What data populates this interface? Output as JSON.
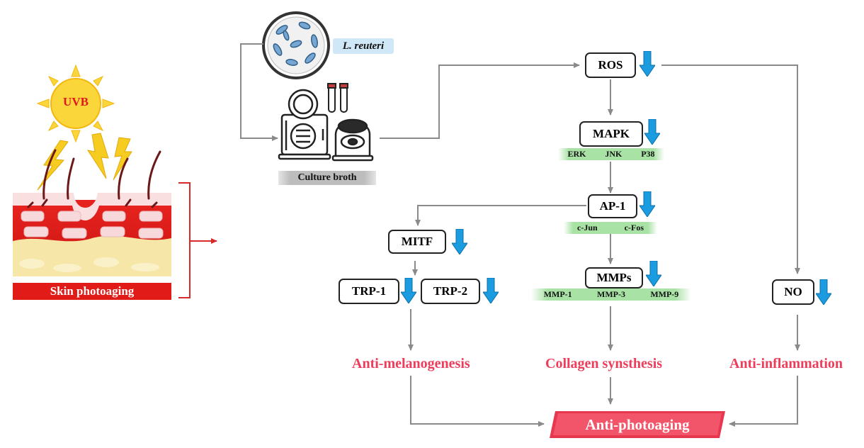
{
  "left": {
    "uvb_label": "UVB",
    "skin_label": "Skin photoaging"
  },
  "source": {
    "bacteria_label": "L. reuteri",
    "broth_label": "Culture broth"
  },
  "nodes": {
    "ros": "ROS",
    "mapk": "MAPK",
    "ap1": "AP-1",
    "mitf": "MITF",
    "trp1": "TRP-1",
    "trp2": "TRP-2",
    "mmps": "MMPs",
    "no": "NO"
  },
  "bands": {
    "mapk": [
      "ERK",
      "JNK",
      "P38"
    ],
    "ap1": [
      "c-Jun",
      "c-Fos"
    ],
    "mmps": [
      "MMP-1",
      "MMP-3",
      "MMP-9"
    ]
  },
  "outcomes": {
    "melanogenesis": "Anti-melanogenesis",
    "collagen": "Collagen synsthesis",
    "inflammation": "Anti-inflammation",
    "final": "Anti-photoaging"
  },
  "colors": {
    "down_arrow": "#1b9be0",
    "outcome_text": "#ee3d5b",
    "connector": "#8a8a8a",
    "bracket": "#d42a2a",
    "band": "#a9e2a5",
    "final_fill": "#f0455e"
  }
}
